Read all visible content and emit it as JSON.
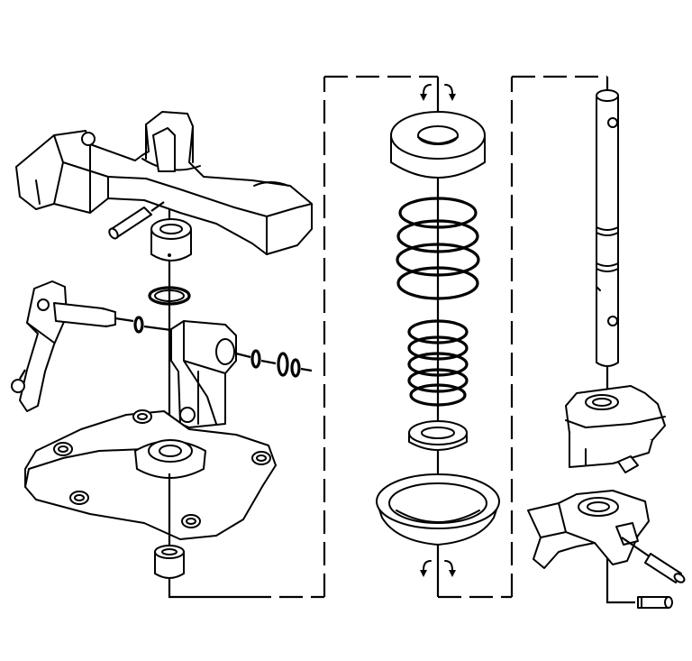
{
  "diagram": {
    "background": "#ffffff",
    "ink": "#000000",
    "style": "exploded-view line drawing",
    "assemblies": [
      {
        "name": "shift-lever-assembly",
        "parts": [
          "shift-lever",
          "roll-pin",
          "bushing",
          "o-ring",
          "lever-pivot-shaft",
          "retaining-clips",
          "housing-cover",
          "lower-bushing"
        ]
      },
      {
        "name": "spring-assembly",
        "parts": [
          "upper-spring-seat",
          "outer-spring",
          "inner-spring",
          "spring-retainer",
          "lower-spring-cup"
        ]
      },
      {
        "name": "shift-shaft-assembly",
        "parts": [
          "shift-shaft",
          "shift-guide",
          "shift-fork",
          "roll-pin"
        ]
      }
    ],
    "icons": [
      "rotation-arrow-icon"
    ]
  }
}
